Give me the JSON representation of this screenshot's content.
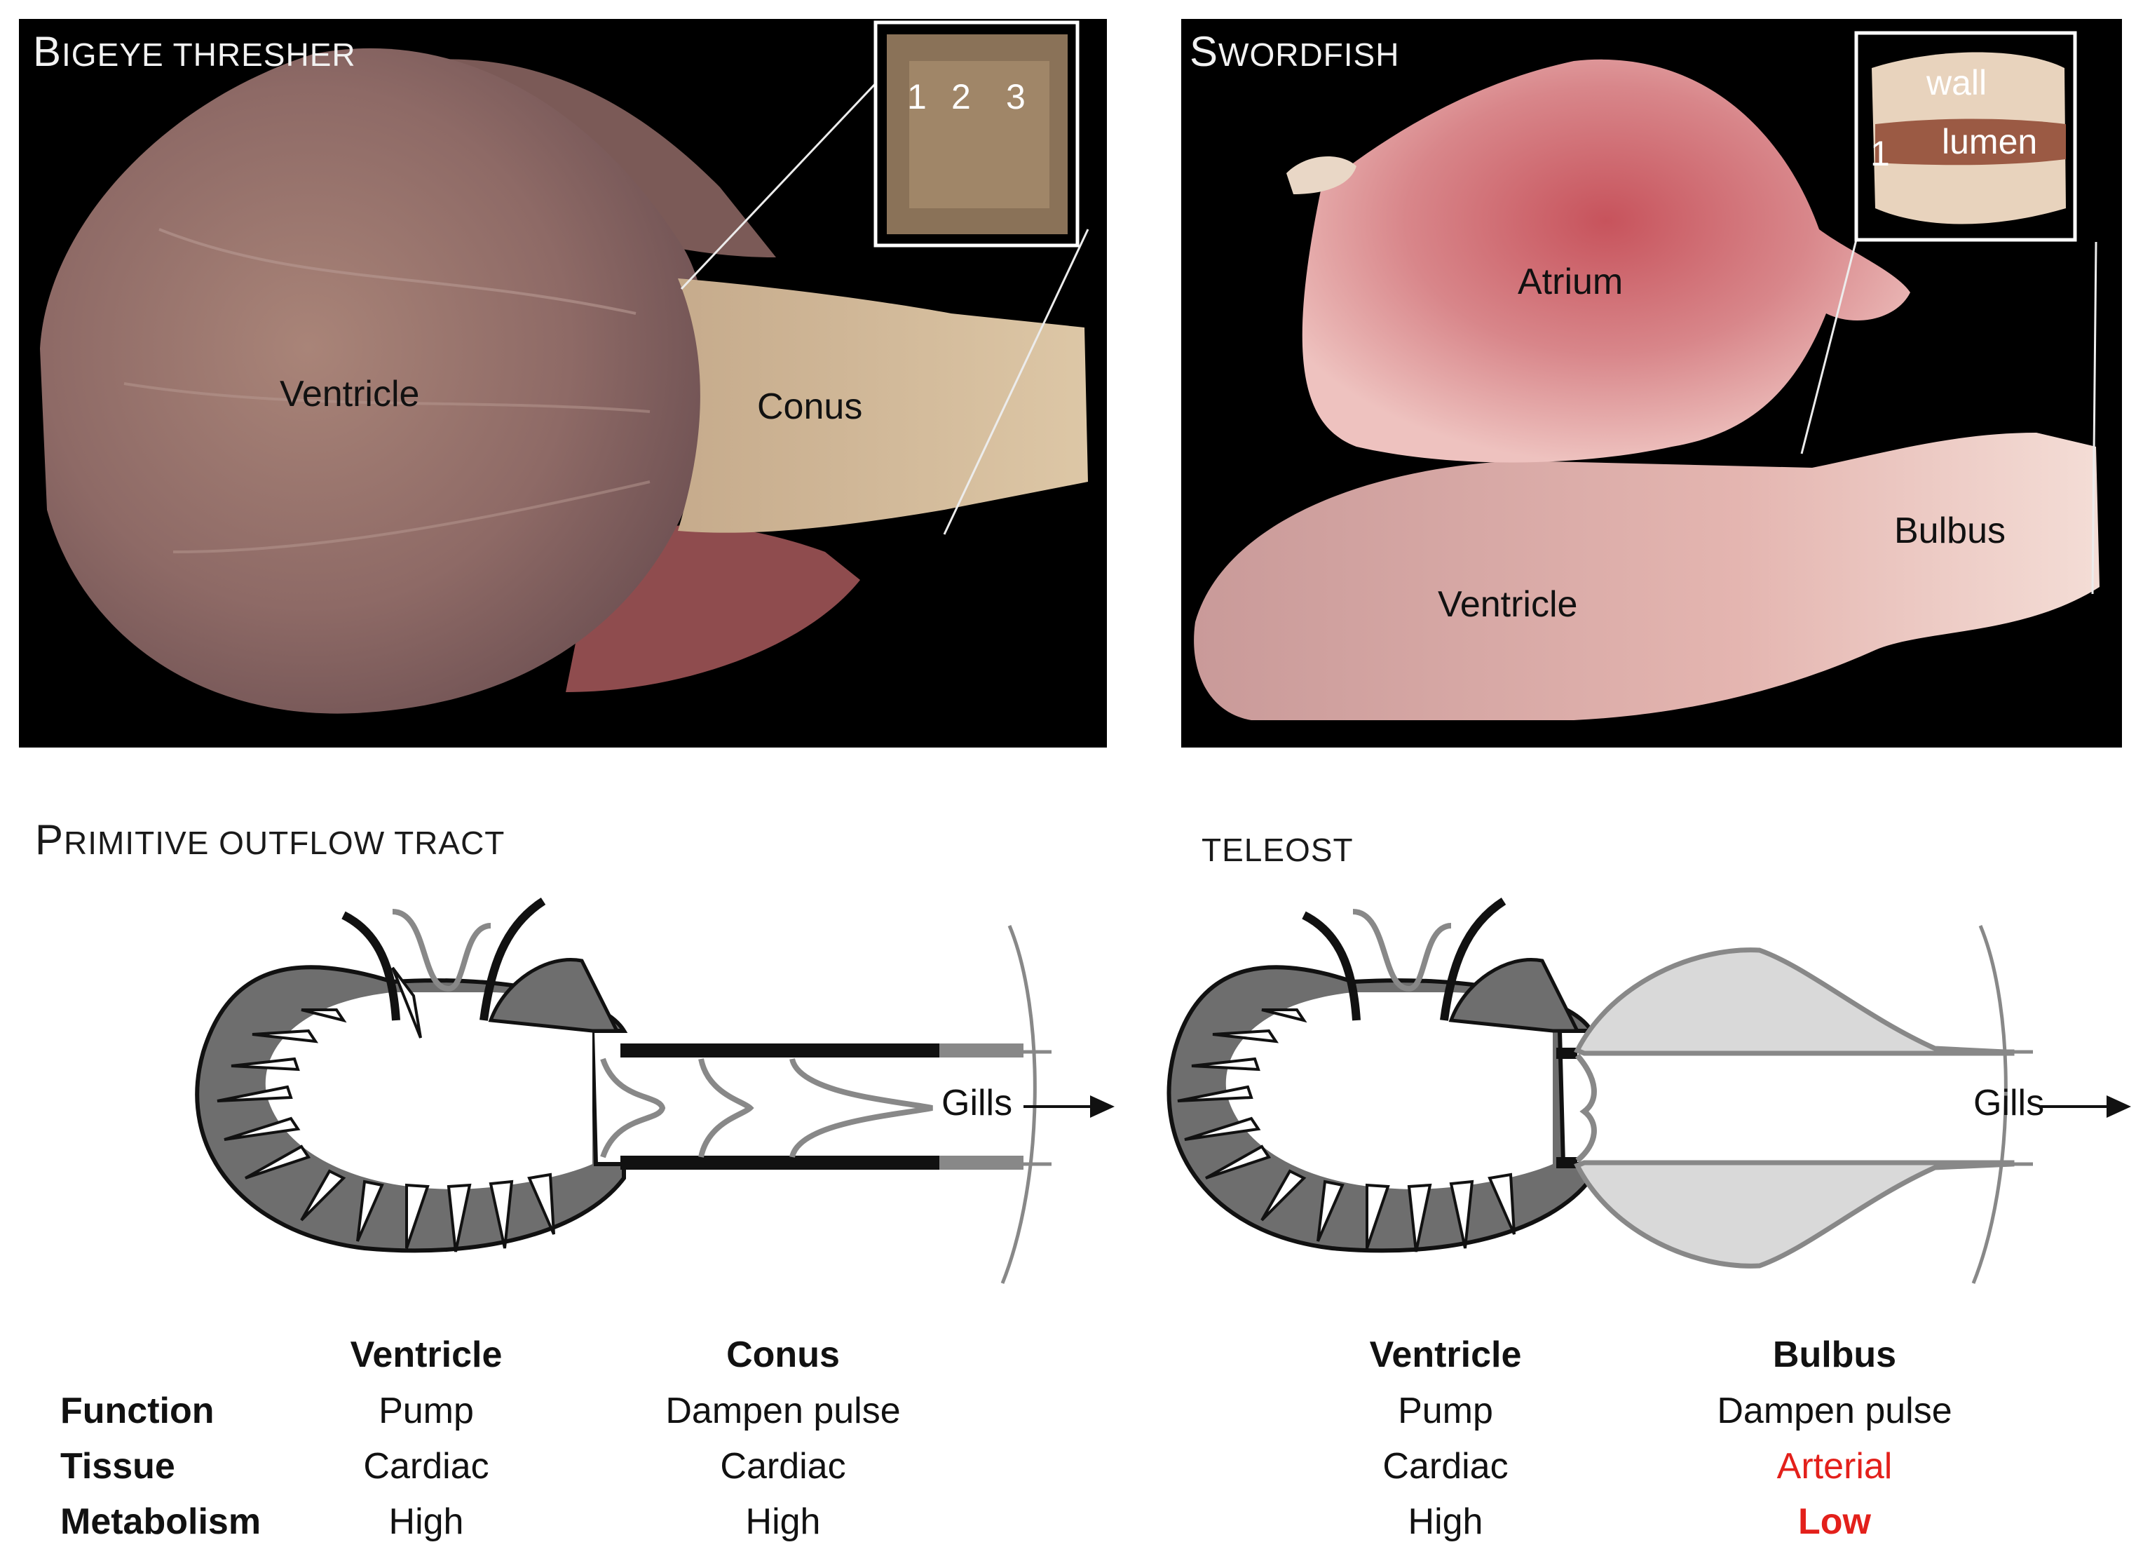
{
  "panels": {
    "thresher": {
      "title_first": "B",
      "title_rest": "IGEYE THRESHER",
      "labels": {
        "ventricle": "Ventricle",
        "conus": "Conus"
      },
      "inset": {
        "n1": "1",
        "n2": "2",
        "n3": "3"
      }
    },
    "swordfish": {
      "title_first": "S",
      "title_rest": "WORDFISH",
      "labels": {
        "atrium": "Atrium",
        "ventricle": "Ventricle",
        "bulbus": "Bulbus"
      },
      "inset": {
        "wall": "wall",
        "lumen": "lumen",
        "n1": "1"
      }
    }
  },
  "schematics": {
    "primitive": {
      "title_first": "P",
      "title_rest": "RIMITIVE OUTFLOW TRACT",
      "gills": "Gills"
    },
    "teleost": {
      "title": "TELEOST",
      "gills": "Gills"
    }
  },
  "table": {
    "row_labels": [
      "Function",
      "Tissue",
      "Metabolism"
    ],
    "primitive": {
      "col1": {
        "header": "Ventricle",
        "values": [
          "Pump",
          "Cardiac",
          "High"
        ]
      },
      "col2": {
        "header": "Conus",
        "values": [
          "Dampen pulse",
          "Cardiac",
          "High"
        ]
      }
    },
    "teleost": {
      "col1": {
        "header": "Ventricle",
        "values": [
          "Pump",
          "Cardiac",
          "High"
        ]
      },
      "col2": {
        "header": "Bulbus",
        "values": [
          "Dampen pulse",
          "Arterial",
          "Low"
        ]
      }
    }
  },
  "colors": {
    "highlight": "#e3201b",
    "muscle": "#6e6e6e",
    "bulbus_fill": "#d9d9d9"
  }
}
